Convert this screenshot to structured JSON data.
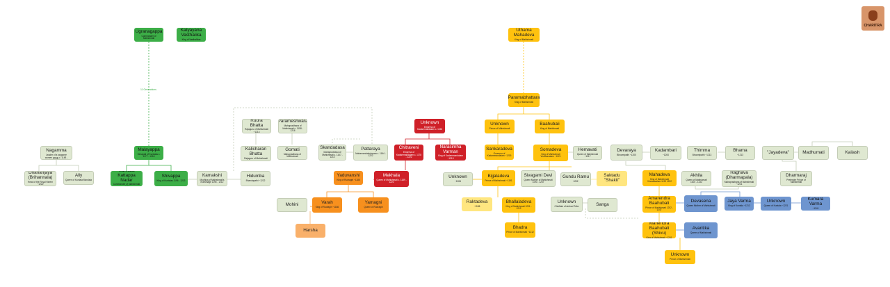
{
  "annotation": "11 Generations",
  "logo": {
    "text": "CHARITRA",
    "icon": "hand-icon"
  },
  "nodes": [
    {
      "id": "ugranagappa",
      "name": "Ugranagappa",
      "sub": "Commander of Mahishmati",
      "color": "g"
    },
    {
      "id": "katyayana",
      "name": "Katyayana Vasthalika",
      "sub": "King of Vasthalikas",
      "color": "g"
    },
    {
      "id": "uthama",
      "name": "Uthama Mahadeva",
      "sub": "King of Mahishmati",
      "color": "y"
    },
    {
      "id": "paramabhattara",
      "name": "Paramabhattara",
      "sub": "King of Mahishmati",
      "color": "y"
    },
    {
      "id": "unknown_empress",
      "name": "Unknown",
      "sub": "Empress of Kadammandalam c. 1156",
      "color": "r"
    },
    {
      "id": "unknown_prince",
      "name": "Unknown",
      "sub": "Prince of Mahishmati",
      "color": "y"
    },
    {
      "id": "baahubali",
      "name": "Baahubali",
      "sub": "King of Mahishmati",
      "color": "y"
    },
    {
      "id": "rudra",
      "name": "Rudra Bhatta",
      "sub": "Rajaguru of Mahishmati ~1214",
      "color": "l"
    },
    {
      "id": "parameshwara",
      "name": "Parameshwara",
      "sub": "Mahapradhana of Mahishmati c. 1158 - 1216",
      "color": "l"
    },
    {
      "id": "achi",
      "name": "Achi Nagamma",
      "sub": "Leader of a rapparee women group c. 1148 - 1222",
      "color": "l"
    },
    {
      "id": "malayappa",
      "name": "Malayappa",
      "sub": "Senapati of Kuntalas c. 1177 - 1218",
      "color": "g"
    },
    {
      "id": "kalicharan",
      "name": "Kalicharan Bhatta",
      "sub": "Rajaguru of Mahishmati",
      "color": "l"
    },
    {
      "id": "gomati",
      "name": "Gomati",
      "sub": "Mahapradhana of Mahishmati",
      "color": "l"
    },
    {
      "id": "skandadasa",
      "name": "Skandadasa",
      "sub": "Mahapradhana of Mahishmati c. 1167 - 1212",
      "color": "l"
    },
    {
      "id": "pattaraya",
      "name": "Pattaraya",
      "sub": "Mahamandaleshwara c. 1164 - 1222",
      "color": "l"
    },
    {
      "id": "chitraveni",
      "name": "Chitraveni",
      "sub": "Empress of Kadammandalam c. 1178 - 1222",
      "color": "r"
    },
    {
      "id": "narasimha",
      "name": "Narasimha Varman",
      "sub": "King of Kadammandalam ~1215",
      "color": "r"
    },
    {
      "id": "sankaradeva",
      "name": "Sankaradeva",
      "sub": "Governor of Kadammandalam ~1215",
      "color": "y"
    },
    {
      "id": "somadeva",
      "name": "Somadeva",
      "sub": "King of Mahishmati Virarwavalam ~1221",
      "color": "y"
    },
    {
      "id": "hemavati",
      "name": "Hemavati",
      "sub": "Queen of Mahishmati ~1217",
      "color": "l"
    },
    {
      "id": "devaraya",
      "name": "Devaraya",
      "sub": "Bhoomipathi ~1200",
      "color": "l"
    },
    {
      "id": "kadambari",
      "name": "Kadambari",
      "sub": "~1200",
      "color": "l"
    },
    {
      "id": "thimma",
      "name": "Thimma",
      "sub": "Bhoomipathi ~1213",
      "color": "l"
    },
    {
      "id": "bhama",
      "name": "Bhama",
      "sub": "~1213",
      "color": "l"
    },
    {
      "id": "jayadeva",
      "name": "\"Jayadeva\"",
      "sub": "",
      "color": "l"
    },
    {
      "id": "madhumati",
      "name": "Madhumati",
      "sub": "",
      "color": "l"
    },
    {
      "id": "kailash",
      "name": "Kailash",
      "sub": "",
      "color": "l"
    },
    {
      "id": "dhananjaya",
      "name": "Dhananjaya (Brihannala)",
      "sub": "Head of the Royal Harem ~1222",
      "color": "l"
    },
    {
      "id": "ally",
      "name": "Ally",
      "sub": "Queen of Kuntala Mandala",
      "color": "l"
    },
    {
      "id": "karikala",
      "name": "\"Karikala\" Kattappa Nadar",
      "sub": "Commander of Mahishmati ~1195",
      "color": "g"
    },
    {
      "id": "shivappa",
      "name": "Shivappa",
      "sub": "King of Kuntalas 1196 - 1213",
      "color": "g"
    },
    {
      "id": "kamakshi",
      "name": "Kamakshi",
      "sub": "Mudhiya of Mahishmati's matronage 1196 - 1212",
      "color": "l"
    },
    {
      "id": "hidumba",
      "name": "Hidumba",
      "sub": "Bhandapathi ~1222",
      "color": "l"
    },
    {
      "id": "yaduvanshi",
      "name": "Yaduvanshi",
      "sub": "King of Rudragiri ~1185",
      "color": "o"
    },
    {
      "id": "mekhala",
      "name": "Mekhala",
      "sub": "Queen of Mahishmati c. 1189 - 1222",
      "color": "r"
    },
    {
      "id": "unknown_1206",
      "name": "Unknown",
      "sub": "~1206",
      "color": "l"
    },
    {
      "id": "bijjaladeva",
      "name": "Bijjaladeva",
      "sub": "Prince of Mahishmati ~1191",
      "color": "y"
    },
    {
      "id": "sivagami",
      "name": "Sivagami Devi",
      "sub": "Queen Mother of Mahishmati 1190 - 1247",
      "color": "l"
    },
    {
      "id": "gundu",
      "name": "Gundu Ramu",
      "sub": "1202",
      "color": "l"
    },
    {
      "id": "saktadu",
      "name": "Saktadu \"Shakti\"",
      "sub": "",
      "color": "ly"
    },
    {
      "id": "mahadeva",
      "name": "Mahadeva",
      "sub": "King of Mahishmati Virarwavalam 1199 1222",
      "color": "y"
    },
    {
      "id": "akhila",
      "name": "Akhila",
      "sub": "Queen of Mahishmati 1204 - 1222",
      "color": "l"
    },
    {
      "id": "raghava",
      "name": "Raghava (Dharmapala)",
      "sub": "Mahapradhana of Mahishmati ~1221",
      "color": "l"
    },
    {
      "id": "dharmaraj",
      "name": "Dharmaraj",
      "sub": "Pretender Prince of Mahishmati",
      "color": "l"
    },
    {
      "id": "mohini",
      "name": "Mohini",
      "sub": "",
      "color": "l"
    },
    {
      "id": "varah",
      "name": "Varah",
      "sub": "King of Rudragiri ~1186",
      "color": "o"
    },
    {
      "id": "yamagni",
      "name": "Yamagni",
      "sub": "Queen of Rudragiri",
      "color": "o"
    },
    {
      "id": "raktadeva",
      "name": "Raktadeva",
      "sub": "~1186",
      "color": "ly"
    },
    {
      "id": "bhallaladeva",
      "name": "Bhallaladeva",
      "sub": "King of Mahishmati 1201 - 1212",
      "color": "y"
    },
    {
      "id": "unknown_chieftain",
      "name": "Unknown",
      "sub": "Chieftain of Ambari Tribe",
      "color": "l"
    },
    {
      "id": "sanga",
      "name": "Sanga",
      "sub": "",
      "color": "l"
    },
    {
      "id": "amarendra",
      "name": "Amarendra Baahubali",
      "sub": "Prince of Mahishmati 1202 - 1247",
      "color": "y"
    },
    {
      "id": "devasena",
      "name": "Devasena",
      "sub": "Queen Mother of Mahishmati",
      "color": "b"
    },
    {
      "id": "jaya",
      "name": "Jaya Varma",
      "sub": "King of Kuntala ~1212",
      "color": "b"
    },
    {
      "id": "unknown_kuntala",
      "name": "Unknown",
      "sub": "Queen of Kuntala ~1221",
      "color": "b"
    },
    {
      "id": "kumara",
      "name": "Kumara Varma",
      "sub": "~1241",
      "color": "b"
    },
    {
      "id": "harsha",
      "name": "Harsha",
      "sub": "",
      "color": "p"
    },
    {
      "id": "bhadra",
      "name": "Bhadra",
      "sub": "Prince of Mahishmati ~1212",
      "color": "y"
    },
    {
      "id": "mahendra",
      "name": "Mahendra Baahubali (Shivu)",
      "sub": "King of Mahishmati ~1241",
      "color": "y"
    },
    {
      "id": "avantika",
      "name": "Avantika",
      "sub": "Queen of Mahishmati",
      "color": "b"
    },
    {
      "id": "unknown_last",
      "name": "Unknown",
      "sub": "Prince of Mahishmati",
      "color": "y"
    }
  ]
}
